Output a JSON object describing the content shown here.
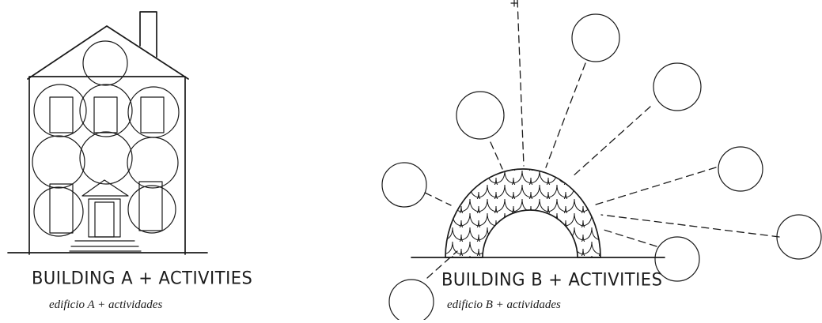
{
  "building_a": {
    "label": "BUILDING A + ACTIVITIES",
    "caption": "edificio A + actividades"
  },
  "building_b": {
    "label": "BUILDING B + ACTIVITIES",
    "caption": "edificio B + actividades"
  }
}
